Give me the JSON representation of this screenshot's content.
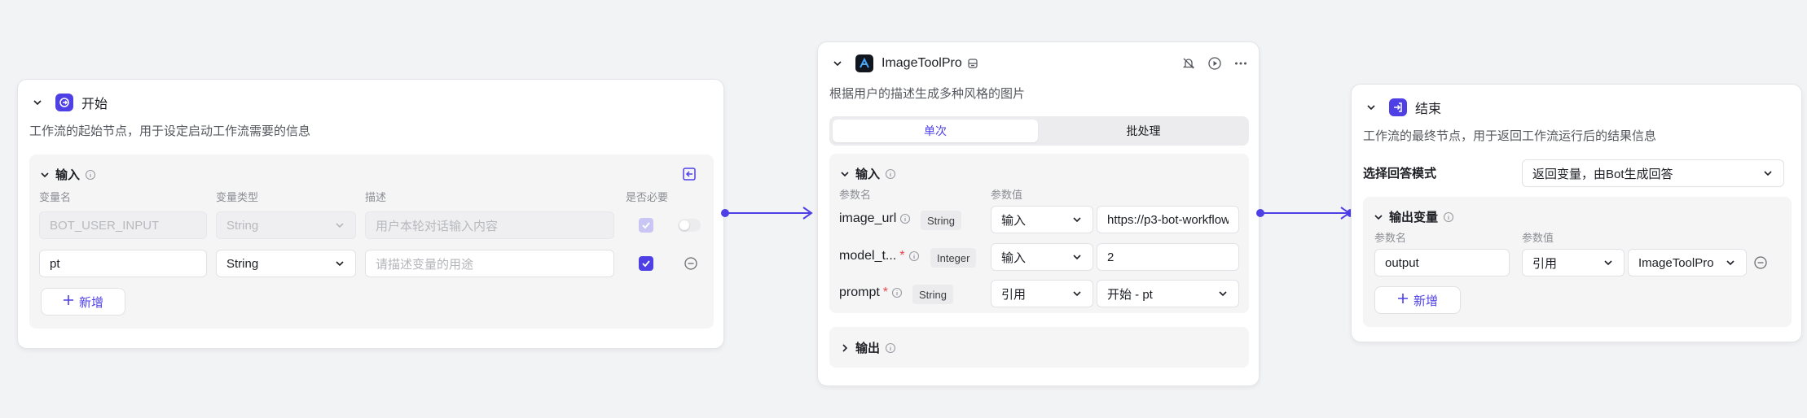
{
  "colors": {
    "accent": "#4e40e5",
    "canvas": "#f2f3f5"
  },
  "start_node": {
    "title": "开始",
    "icon": "start-icon",
    "description": "工作流的起始节点，用于设定启动工作流需要的信息",
    "input_section": {
      "title": "输入",
      "columns": [
        "变量名",
        "变量类型",
        "描述",
        "是否必要"
      ],
      "rows": [
        {
          "name": "BOT_USER_INPUT",
          "type": "String",
          "description_placeholder": "用户本轮对话输入内容",
          "required": true,
          "disabled": true
        },
        {
          "name": "pt",
          "type": "String",
          "description_placeholder": "请描述变量的用途",
          "required": true,
          "disabled": false
        }
      ],
      "add_label": "新增"
    }
  },
  "tool_node": {
    "title": "ImageToolPro",
    "description": "根据用户的描述生成多种风格的图片",
    "tabs": [
      {
        "label": "单次",
        "active": true
      },
      {
        "label": "批处理",
        "active": false
      }
    ],
    "input_section": {
      "title": "输入",
      "columns": [
        "参数名",
        "参数值"
      ],
      "rows": [
        {
          "name": "image_url",
          "required": false,
          "type": "String",
          "mode": "输入",
          "value": "https://p3-bot-workflow"
        },
        {
          "name": "model_t...",
          "required": true,
          "type": "Integer",
          "mode": "输入",
          "value": "2"
        },
        {
          "name": "prompt",
          "required": true,
          "type": "String",
          "mode": "引用",
          "value": "开始 - pt"
        }
      ]
    },
    "output_section": {
      "title": "输出"
    }
  },
  "end_node": {
    "title": "结束",
    "description": "工作流的最终节点，用于返回工作流运行后的结果信息",
    "answer_mode_label": "选择回答模式",
    "answer_mode_value": "返回变量，由Bot生成回答",
    "output_section": {
      "title": "输出变量",
      "columns": [
        "参数名",
        "参数值"
      ],
      "rows": [
        {
          "name": "output",
          "mode": "引用",
          "value": "ImageToolPro"
        }
      ],
      "add_label": "新增"
    }
  }
}
